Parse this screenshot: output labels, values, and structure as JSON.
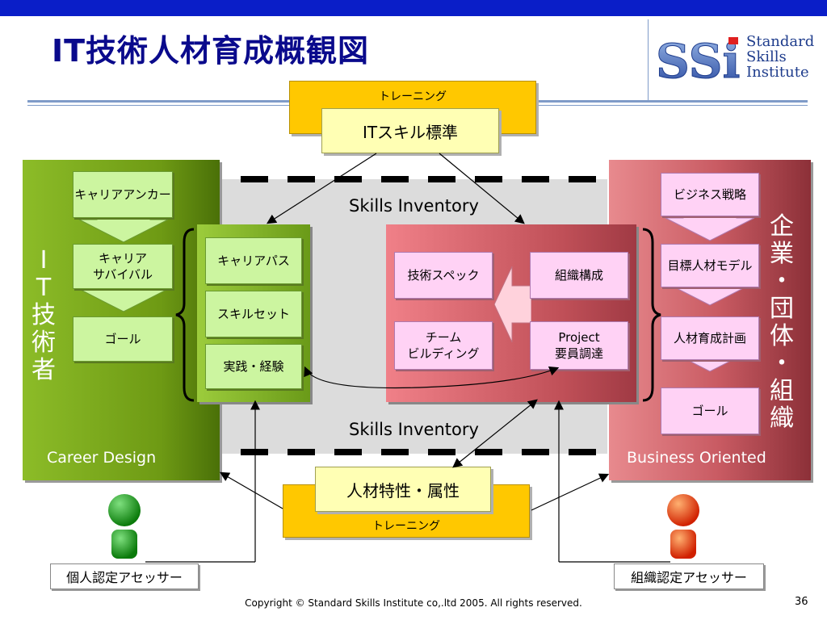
{
  "title": "IT技術人材育成概観図",
  "logo": {
    "mark": "SSi",
    "line1": "Standard",
    "line2": "Skills",
    "line3": "Institute"
  },
  "top": {
    "training_label": "トレーニング",
    "standard_label": "ITスキル標準"
  },
  "bottom": {
    "training_label": "トレーニング",
    "attribute_label": "人材特性・属性"
  },
  "skills_inventory_top": "Skills Inventory",
  "skills_inventory_bottom": "Skills Inventory",
  "left_panel": {
    "vertical_label": [
      "I",
      "T",
      "技",
      "術",
      "者"
    ],
    "caption": "Career Design",
    "arrow_items": [
      "キャリアアンカー",
      "キャリア\nサバイバル",
      "ゴール"
    ]
  },
  "mid_left": {
    "items": [
      "キャリアパス",
      "スキルセット",
      "実践・経験"
    ]
  },
  "mid_right": {
    "items": [
      "技術スペック",
      "組織構成",
      "チーム\nビルディング",
      "Project\n要員調達"
    ]
  },
  "right_panel": {
    "vertical_label": [
      "企",
      "業",
      "・",
      "団",
      "体",
      "・",
      "組",
      "織"
    ],
    "caption": "Business Oriented",
    "arrow_items": [
      "ビジネス戦略",
      "目標人材モデル",
      "人材育成計画",
      "ゴール"
    ]
  },
  "assessors": {
    "individual": "個人認定アセッサー",
    "organization": "組織認定アセッサー"
  },
  "footer": "Copyright © Standard Skills Institute co,.ltd 2005. All rights reserved.",
  "page_number": "36",
  "colors": {
    "title": "#0a0a8c",
    "topbar": "#0a1ec8",
    "training": "#ffc800",
    "left_panel": "#7aaa1c",
    "right_panel": "#c85a62"
  },
  "icons": [
    "person-green-icon",
    "person-red-icon"
  ]
}
